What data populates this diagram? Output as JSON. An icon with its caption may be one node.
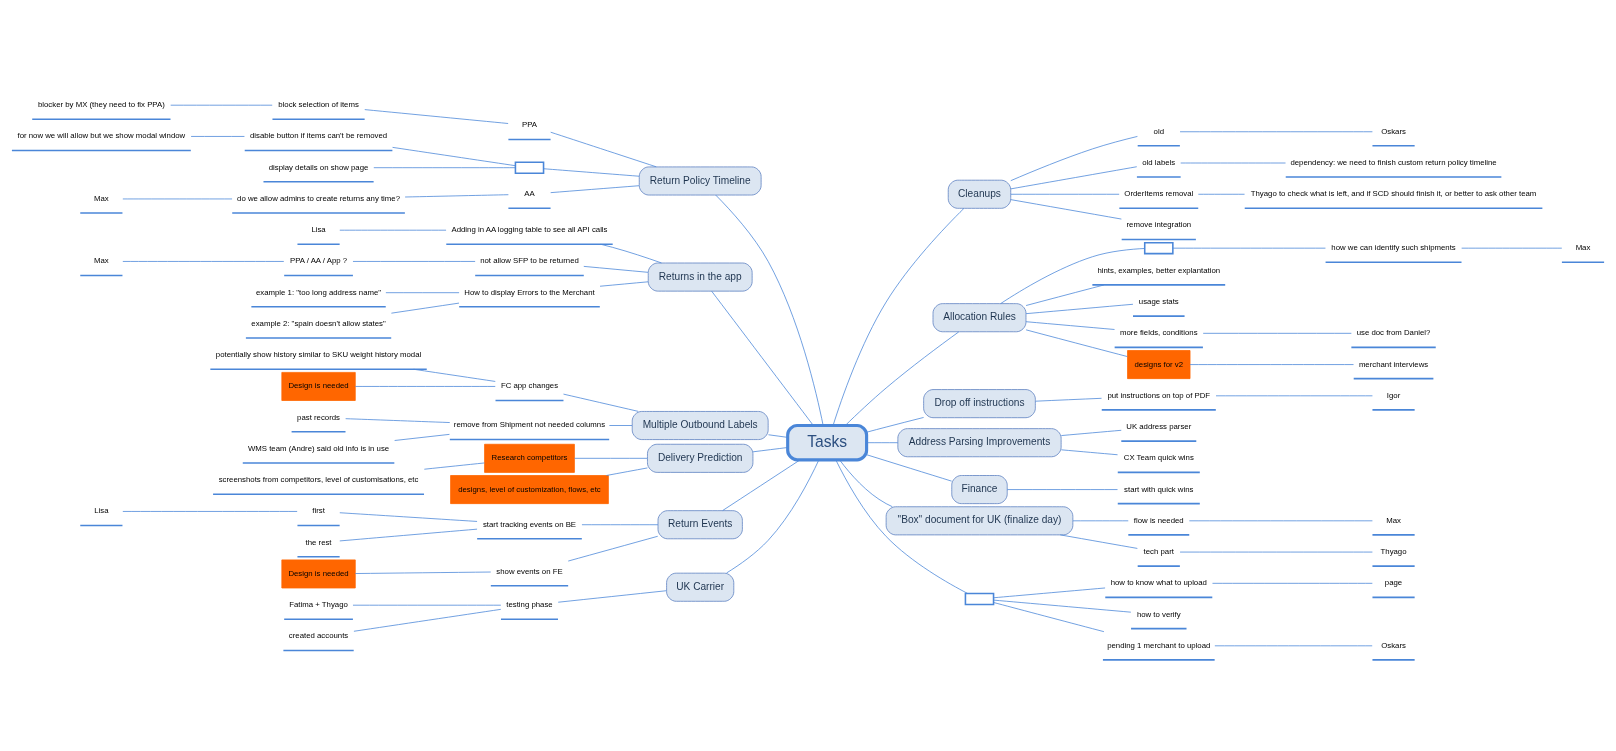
{
  "diagram": {
    "nodes": [
      {
        "text": [
          "Tasks"
        ]
      },
      {
        "text": [
          "Return Policy Timeline"
        ]
      },
      {
        "text": [
          "PPA"
        ]
      },
      {
        "text": [
          "block selection of items"
        ]
      },
      {
        "text": [
          "blocker by MX (they need to fix PPA)"
        ]
      },
      {
        "text": [],
        "shape": "box"
      },
      {
        "text": [
          "disable button if items can't be removed"
        ]
      },
      {
        "text": [
          "for now we will allow but we show modal window"
        ]
      },
      {
        "text": [
          "display details on show page"
        ]
      },
      {
        "text": [
          "AA"
        ]
      },
      {
        "text": [
          "do we allow admins to create returns any time?"
        ]
      },
      {
        "text": [
          "Max"
        ]
      },
      {
        "text": [
          "Returns in the app"
        ]
      },
      {
        "text": [
          "Adding in AA logging table to see all API calls"
        ]
      },
      {
        "text": [
          "Lisa"
        ]
      },
      {
        "text": [
          "not allow SFP to be returned"
        ]
      },
      {
        "text": [
          "PPA / AA / App ?"
        ]
      },
      {
        "text": [
          "Max"
        ]
      },
      {
        "text": [
          "How to display Errors to the Merchant"
        ]
      },
      {
        "text": [
          "example 1: \"too long address name\""
        ]
      },
      {
        "text": [
          "example 2: \"spain doesn't allow states\""
        ]
      },
      {
        "text": [
          "Multiple Outbound Labels"
        ]
      },
      {
        "text": [
          "FC app changes"
        ]
      },
      {
        "text": [
          "potentially show history similar to SKU weight history modal"
        ]
      },
      {
        "text": [
          "Design is needed"
        ]
      },
      {
        "text": [
          "remove from Shipment not needed columns"
        ]
      },
      {
        "text": [
          "past records"
        ]
      },
      {
        "text": [
          "WMS team (Andre) said old info is in use"
        ]
      },
      {
        "text": [
          "Delivery Prediction"
        ]
      },
      {
        "text": [
          "Research competitors"
        ]
      },
      {
        "text": [
          "screenshots from competitors, level of customisations, etc"
        ]
      },
      {
        "text": [
          "designs, level of customization, flows, etc"
        ]
      },
      {
        "text": [
          "Return Events"
        ]
      },
      {
        "text": [
          "start tracking events on BE"
        ]
      },
      {
        "text": [
          "first"
        ]
      },
      {
        "text": [
          "Lisa"
        ]
      },
      {
        "text": [
          "the rest"
        ]
      },
      {
        "text": [
          "show events on FE"
        ]
      },
      {
        "text": [
          "Design is needed"
        ]
      },
      {
        "text": [
          "UK Carrier"
        ]
      },
      {
        "text": [
          "testing phase"
        ]
      },
      {
        "text": [
          "Fatima + Thyago"
        ]
      },
      {
        "text": [
          "created accounts"
        ]
      },
      {
        "text": [
          "Cleanups"
        ]
      },
      {
        "text": [
          "old"
        ]
      },
      {
        "text": [
          "Oskars"
        ]
      },
      {
        "text": [
          "old labels"
        ]
      },
      {
        "text": [
          "dependency: we need to finish custom return policy timeline"
        ]
      },
      {
        "text": [
          "OrderItems removal"
        ]
      },
      {
        "text": [
          "Thyago to check what is left, and if SCD should finish it, or better to ask other team"
        ]
      },
      {
        "text": [
          "remove integration"
        ]
      },
      {
        "text": [
          "Allocation Rules"
        ]
      },
      {
        "text": [],
        "shape": "box"
      },
      {
        "text": [
          "how we can identify such shipments"
        ]
      },
      {
        "text": [
          "Max"
        ]
      },
      {
        "text": [
          "hints, examples, better explantation"
        ]
      },
      {
        "text": [
          "usage stats"
        ]
      },
      {
        "text": [
          "more fields, conditions"
        ]
      },
      {
        "text": [
          "use doc from Daniel?"
        ]
      },
      {
        "text": [
          "designs for v2"
        ]
      },
      {
        "text": [
          "merchant interviews"
        ]
      },
      {
        "text": [
          "Drop off instructions"
        ]
      },
      {
        "text": [
          "put instructions on top of PDF"
        ]
      },
      {
        "text": [
          "Igor"
        ]
      },
      {
        "text": [
          "Address Parsing Improvements"
        ]
      },
      {
        "text": [
          "UK address parser"
        ]
      },
      {
        "text": [
          "CX Team quick wins"
        ]
      },
      {
        "text": [
          "Finance"
        ]
      },
      {
        "text": [
          "start with quick wins"
        ]
      },
      {
        "text": [
          "\"Box\" document for UK (finalize day)"
        ]
      },
      {
        "text": [
          "flow is needed"
        ]
      },
      {
        "text": [
          "Max"
        ]
      },
      {
        "text": [
          "tech part"
        ]
      },
      {
        "text": [
          "Thyago"
        ]
      },
      {
        "text": [],
        "shape": "box"
      },
      {
        "text": [
          "how to know what to upload"
        ]
      },
      {
        "text": [
          "page"
        ]
      },
      {
        "text": [
          "how to verify"
        ]
      },
      {
        "text": [
          "pending 1 merchant to upload"
        ]
      },
      {
        "text": [
          "Oskars"
        ]
      }
    ],
    "edges": [
      {
        "from": 0,
        "to": 1,
        "arrow": "none"
      },
      {
        "from": 1,
        "to": 2,
        "arrow": "none"
      },
      {
        "from": 2,
        "to": 3,
        "arrow": "none"
      },
      {
        "from": 3,
        "to": 4,
        "arrow": "none"
      },
      {
        "from": 1,
        "to": 5,
        "arrow": "none"
      },
      {
        "from": 5,
        "to": 6,
        "arrow": "none"
      },
      {
        "from": 6,
        "to": 7,
        "arrow": "none"
      },
      {
        "from": 5,
        "to": 8,
        "arrow": "none"
      },
      {
        "from": 1,
        "to": 9,
        "arrow": "none"
      },
      {
        "from": 9,
        "to": 10,
        "arrow": "none"
      },
      {
        "from": 10,
        "to": 11,
        "arrow": "none"
      },
      {
        "from": 0,
        "to": 12,
        "arrow": "none"
      },
      {
        "from": 12,
        "to": 13,
        "arrow": "none"
      },
      {
        "from": 13,
        "to": 14,
        "arrow": "none"
      },
      {
        "from": 12,
        "to": 15,
        "arrow": "none"
      },
      {
        "from": 15,
        "to": 16,
        "arrow": "none"
      },
      {
        "from": 16,
        "to": 17,
        "arrow": "none"
      },
      {
        "from": 12,
        "to": 18,
        "arrow": "none"
      },
      {
        "from": 18,
        "to": 19,
        "arrow": "none"
      },
      {
        "from": 18,
        "to": 20,
        "arrow": "none"
      },
      {
        "from": 0,
        "to": 21,
        "arrow": "none"
      },
      {
        "from": 21,
        "to": 22,
        "arrow": "none"
      },
      {
        "from": 22,
        "to": 23,
        "arrow": "none"
      },
      {
        "from": 22,
        "to": 24,
        "arrow": "none"
      },
      {
        "from": 21,
        "to": 25,
        "arrow": "none"
      },
      {
        "from": 25,
        "to": 26,
        "arrow": "none"
      },
      {
        "from": 25,
        "to": 27,
        "arrow": "none"
      },
      {
        "from": 0,
        "to": 28,
        "arrow": "none"
      },
      {
        "from": 28,
        "to": 29,
        "arrow": "none"
      },
      {
        "from": 29,
        "to": 30,
        "arrow": "none"
      },
      {
        "from": 28,
        "to": 31,
        "arrow": "none"
      },
      {
        "from": 0,
        "to": 32,
        "arrow": "none"
      },
      {
        "from": 32,
        "to": 33,
        "arrow": "none"
      },
      {
        "from": 33,
        "to": 34,
        "arrow": "none"
      },
      {
        "from": 34,
        "to": 35,
        "arrow": "none"
      },
      {
        "from": 33,
        "to": 36,
        "arrow": "none"
      },
      {
        "from": 32,
        "to": 37,
        "arrow": "none"
      },
      {
        "from": 37,
        "to": 38,
        "arrow": "none"
      },
      {
        "from": 0,
        "to": 39,
        "arrow": "none"
      },
      {
        "from": 39,
        "to": 40,
        "arrow": "none"
      },
      {
        "from": 40,
        "to": 41,
        "arrow": "none"
      },
      {
        "from": 40,
        "to": 42,
        "arrow": "none"
      },
      {
        "from": 0,
        "to": 43,
        "arrow": "none"
      },
      {
        "from": 43,
        "to": 44,
        "arrow": "none"
      },
      {
        "from": 44,
        "to": 45,
        "arrow": "none"
      },
      {
        "from": 43,
        "to": 46,
        "arrow": "none"
      },
      {
        "from": 46,
        "to": 47,
        "arrow": "none"
      },
      {
        "from": 43,
        "to": 48,
        "arrow": "none"
      },
      {
        "from": 48,
        "to": 49,
        "arrow": "none"
      },
      {
        "from": 43,
        "to": 50,
        "arrow": "none"
      },
      {
        "from": 0,
        "to": 51,
        "arrow": "none"
      },
      {
        "from": 51,
        "to": 52,
        "arrow": "none"
      },
      {
        "from": 52,
        "to": 53,
        "arrow": "none"
      },
      {
        "from": 53,
        "to": 54,
        "arrow": "none"
      },
      {
        "from": 51,
        "to": 55,
        "arrow": "none"
      },
      {
        "from": 51,
        "to": 56,
        "arrow": "none"
      },
      {
        "from": 51,
        "to": 57,
        "arrow": "none"
      },
      {
        "from": 57,
        "to": 58,
        "arrow": "none"
      },
      {
        "from": 51,
        "to": 59,
        "arrow": "none"
      },
      {
        "from": 59,
        "to": 60,
        "arrow": "none"
      },
      {
        "from": 0,
        "to": 61,
        "arrow": "none"
      },
      {
        "from": 61,
        "to": 62,
        "arrow": "none"
      },
      {
        "from": 62,
        "to": 63,
        "arrow": "none"
      },
      {
        "from": 0,
        "to": 64,
        "arrow": "none"
      },
      {
        "from": 64,
        "to": 65,
        "arrow": "none"
      },
      {
        "from": 64,
        "to": 66,
        "arrow": "none"
      },
      {
        "from": 0,
        "to": 67,
        "arrow": "none"
      },
      {
        "from": 67,
        "to": 68,
        "arrow": "none"
      },
      {
        "from": 0,
        "to": 69,
        "arrow": "none"
      },
      {
        "from": 69,
        "to": 70,
        "arrow": "none"
      },
      {
        "from": 70,
        "to": 71,
        "arrow": "none"
      },
      {
        "from": 69,
        "to": 72,
        "arrow": "none"
      },
      {
        "from": 72,
        "to": 73,
        "arrow": "none"
      },
      {
        "from": 0,
        "to": 74,
        "arrow": "none"
      },
      {
        "from": 74,
        "to": 75,
        "arrow": "none"
      },
      {
        "from": 75,
        "to": 76,
        "arrow": "none"
      },
      {
        "from": 74,
        "to": 77,
        "arrow": "none"
      },
      {
        "from": 74,
        "to": 78,
        "arrow": "none"
      },
      {
        "from": 78,
        "to": 79,
        "arrow": "none"
      }
    ]
  }
}
